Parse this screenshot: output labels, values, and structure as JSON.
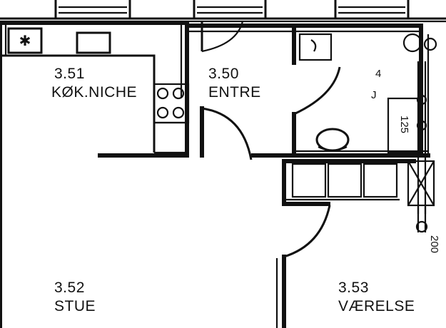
{
  "plan": {
    "rooms": [
      {
        "number": "3.51",
        "name": "KØK.NICHE"
      },
      {
        "number": "3.50",
        "name": "ENTRE"
      },
      {
        "number": "3.52",
        "name": "STUE"
      },
      {
        "number": "3.53",
        "name": "VÆRELSE"
      }
    ],
    "wc_label_top": "4",
    "wc_label_bottom": "J",
    "shower_dimension": "125",
    "pipe_dimension": "200"
  }
}
